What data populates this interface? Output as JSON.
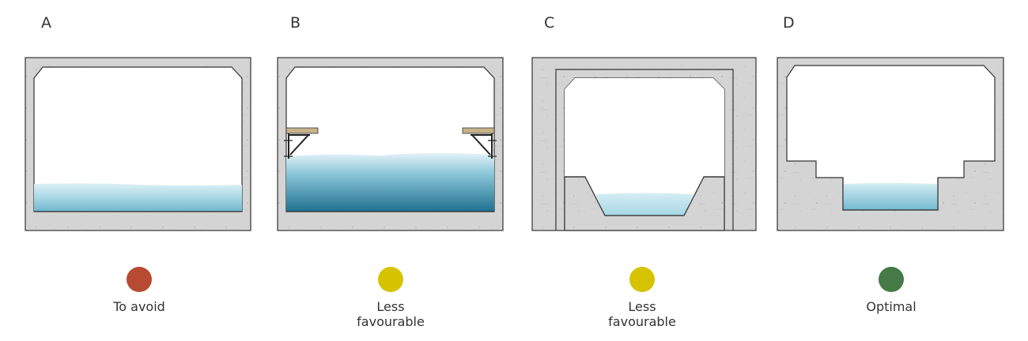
{
  "panels": [
    {
      "letter": "A",
      "rating_label": "To avoid",
      "rating_color": "#B84A33"
    },
    {
      "letter": "B",
      "rating_label": "Less\nfavourable",
      "rating_color": "#D6C300"
    },
    {
      "letter": "C",
      "rating_label": "Less\nfavourable",
      "rating_color": "#D6C300"
    },
    {
      "letter": "D",
      "rating_label": "Optimal",
      "rating_color": "#457A47"
    }
  ],
  "colors": {
    "concrete": "#D4D4D4",
    "outline": "#333333",
    "water_light": "#D5EEF4",
    "water_dark": "#1F7190",
    "bench_wood": "#C8B28A"
  }
}
